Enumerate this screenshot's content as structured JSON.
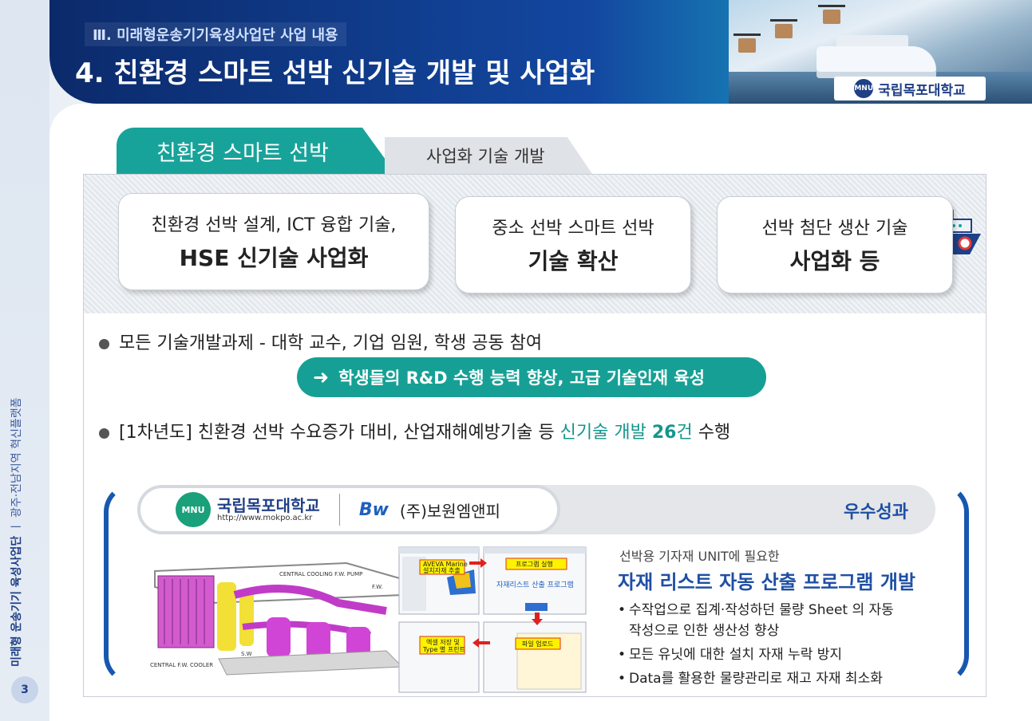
{
  "sidebar": {
    "text_bold": "미래형 운송기기 육성사업단",
    "separator": "ㅣ",
    "text_light": "광주·전남지역 혁신플랫폼",
    "page_number": "3"
  },
  "header": {
    "subtitle": "Ⅲ. 미래형운송기기육성사업단 사업 내용",
    "title": "4. 친환경 스마트 선박 신기술 개발 및 사업화",
    "logo_mark": "MNU",
    "logo_text": "국립목포대학교"
  },
  "tabs": {
    "active": "친환경 스마트 선박",
    "inactive": "사업화 기술 개발"
  },
  "cards": [
    {
      "line1": "친환경 선박 설계, ICT 융합 기술,",
      "line2": "HSE 신기술 사업화"
    },
    {
      "line1": "중소 선박 스마트 선박",
      "line2": "기술 확산"
    },
    {
      "line1": "선박 첨단 생산 기술",
      "line2": "사업화 등"
    }
  ],
  "bullets": {
    "b1": "모든 기술개발과제 - 대학 교수, 기업 임원, 학생 공동 참여",
    "arrow_text": "학생들의 R&D 수행 능력 향상, 고급 기술인재 육성",
    "b2_pre": "[1차년도] 친환경 선박 수요증가 대비, 산업재해예방기술 등 ",
    "b2_hl1": "신기술 개발 ",
    "b2_hl2": "26",
    "b2_hl3": "건",
    "b2_post": " 수행"
  },
  "result": {
    "mnu_mark": "MNU",
    "mnu_name": "국립목포대학교",
    "mnu_url": "http://www.mokpo.ac.kr",
    "bw_mark": "Bw",
    "bw_name": "(주)보원엠앤피",
    "label": "우수성과",
    "machine_labels": {
      "pump": "CENTRAL COOLING F.W. PUMP",
      "fw": "F.W.",
      "sw": "S.W",
      "cooler": "CENTRAL F.W. COOLER"
    },
    "screen_labels": {
      "aveva1": "AVEVA Marine",
      "aveva2": "설치자재 추출",
      "run": "프로그램 실행",
      "program": "자재리스트 산출 프로그램",
      "excel1": "엑셀 저장 및",
      "excel2": "Type 별 프린트",
      "upload": "파일 업로드"
    },
    "desc_sub": "선박용 기자재 UNIT에 필요한",
    "desc_title": "자재 리스트 자동 산출 프로그램 개발",
    "desc_items": [
      "수작업으로 집계·작성하던 물량 Sheet 의 자동",
      "작성으로 인한 생산성 향상",
      "모든 유닛에 대한 설치 자재 누락 방지",
      "Data를 활용한 물량관리로 재고 자재 최소화"
    ]
  },
  "colors": {
    "navy": "#0b2a6b",
    "teal": "#18a39a",
    "blue": "#1f4fa4"
  }
}
